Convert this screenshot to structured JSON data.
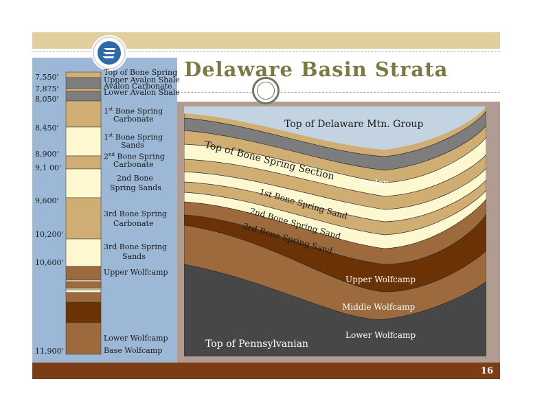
{
  "page_title": "Delaware Basin Strata",
  "page_number": "16",
  "column": {
    "depths": [
      "7,550'",
      "7,875'",
      "8,050'",
      "8,450'",
      "8,900'",
      "9,1 00'",
      "9,600'",
      "10,200'",
      "10,600'",
      "11,900'"
    ],
    "units": {
      "top_bone_spring": "Top of Bone Spring",
      "upper_avalon_shale": "Upper Avalon Shale",
      "avalon_carbonate": "Avalon Carbonate",
      "lower_avalon_shale": "Lower Avalon Shale",
      "bs1_carb_ord": "1",
      "bs1_carb_sup": "st",
      "bs1_carb_a": " Bone Spring",
      "bs1_carb_b": "Carbonate",
      "bs1_sand_ord": "1",
      "bs1_sand_sup": "st",
      "bs1_sand_a": " Bone Spring",
      "bs1_sand_b": "Sands",
      "bs2_carb_ord": "2",
      "bs2_carb_sup": "nd",
      "bs2_carb_a": " Bone Spring",
      "bs2_carb_b": "Carbonate",
      "bs2_sand_a": "2nd Bone",
      "bs2_sand_b": "Spring Sands",
      "bs3_carb_a": "3rd Bone Spring",
      "bs3_carb_b": "Carbonate",
      "bs3_sand_a": "3rd Bone Spring",
      "bs3_sand_b": "Sands",
      "upper_wolfcamp": "Upper Wolfcamp",
      "lower_wolfcamp": "Lower Wolfcamp",
      "base_wolfcamp": "Base Wolfcamp"
    }
  },
  "section": {
    "top_delaware": "Top of Delaware Mtn. Group",
    "top_bone_spring_section": "Top of Bone Spring Section",
    "avalon": "Avalon",
    "bs1_sand": "1st Bone Spring Sand",
    "bs2_sand": "2nd Bone Spring Sand",
    "bs3_sand": "3rd Bone Spring Sand",
    "upper_wolfcamp": "Upper Wolfcamp",
    "middle_wolfcamp": "Middle Wolfcamp",
    "lower_wolfcamp": "Lower Wolfcamp",
    "top_pennsylvanian": "Top of Pennsylvanian"
  },
  "colors": {
    "title": "#7b7a45",
    "left_panel": "#9cb8d6",
    "sky": "#c4d3e2",
    "shale": "#7d7d7d",
    "carbonate": "#d0ad73",
    "sand": "#fdf8cf",
    "upper_wolfcamp": "#6a3205",
    "middle_wolfcamp": "#9c6a3c",
    "pennsylvanian": "#474747",
    "bottom_band": "#7b3d15",
    "top_band": "#e1cf9f"
  }
}
